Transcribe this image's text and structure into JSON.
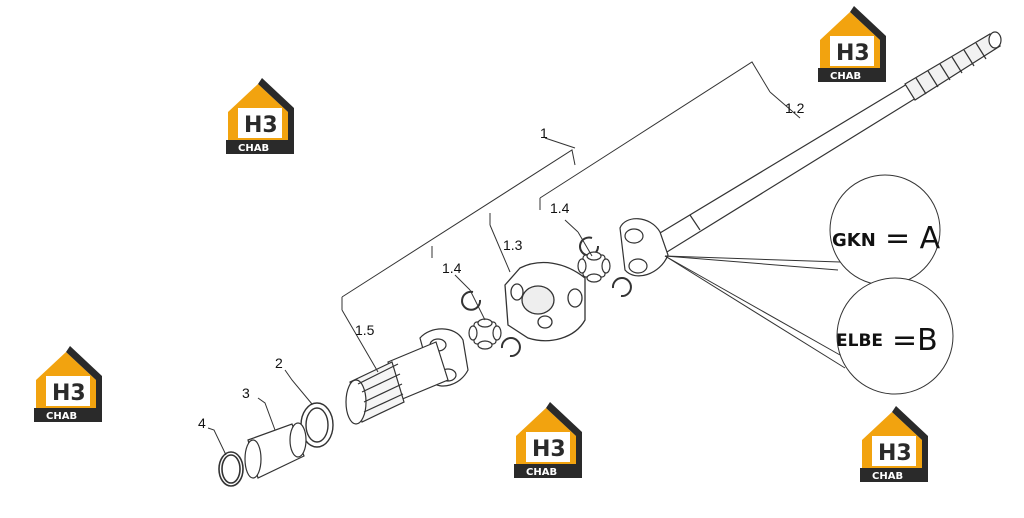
{
  "colors": {
    "brand_orange": "#F2A30F",
    "brand_dark": "#2A2A2A",
    "line": "#333333"
  },
  "logo": {
    "letters": "H3",
    "name": "CHAB"
  },
  "parts": {
    "p1": "1",
    "p1_2": "1.2",
    "p1_3": "1.3",
    "p1_4_top": "1.4",
    "p1_4_mid": "1.4",
    "p1_5": "1.5",
    "p2": "2",
    "p3": "3",
    "p4": "4"
  },
  "callouts": {
    "a": {
      "brand": "GKN",
      "eq": "= A"
    },
    "b": {
      "brand": "ELBE",
      "eq": "=B"
    }
  }
}
